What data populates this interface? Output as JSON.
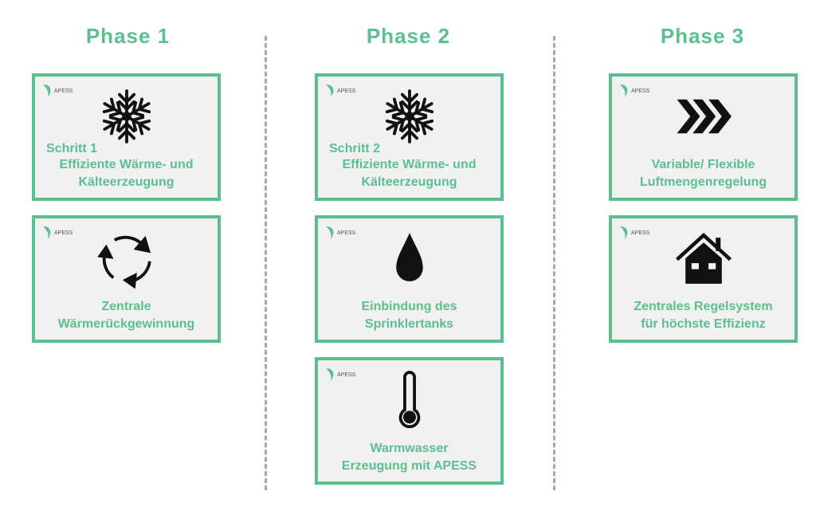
{
  "logo_text": "APESS",
  "phases": [
    {
      "title": "Phase 1",
      "cards": [
        {
          "step": "Schritt 1",
          "line1": "Effiziente Wärme- und",
          "line2": "Kälteerzeugung",
          "icon": "snowflake-icon"
        },
        {
          "line1": "Zentrale",
          "line2": "Wärmerückgewinnung",
          "icon": "recycle-arrows-icon"
        }
      ]
    },
    {
      "title": "Phase 2",
      "cards": [
        {
          "step": "Schritt 2",
          "line1": "Effiziente Wärme- und",
          "line2": "Kälteerzeugung",
          "icon": "snowflake-icon"
        },
        {
          "line1": "Einbindung des",
          "line2": "Sprinklertanks",
          "icon": "water-drop-icon"
        },
        {
          "line1": "Warmwasser",
          "line2": "Erzeugung mit APESS",
          "icon": "thermometer-icon"
        }
      ]
    },
    {
      "title": "Phase 3",
      "cards": [
        {
          "line1": "Variable/ Flexible",
          "line2": "Luftmengenregelung",
          "icon": "chevrons-right-icon"
        },
        {
          "line1": "Zentrales Regelsystem",
          "line2": "für höchste Effizienz",
          "icon": "house-icon"
        }
      ]
    }
  ],
  "colors": {
    "accent": "#5cbf90",
    "card_bg": "#f1f1f1"
  }
}
